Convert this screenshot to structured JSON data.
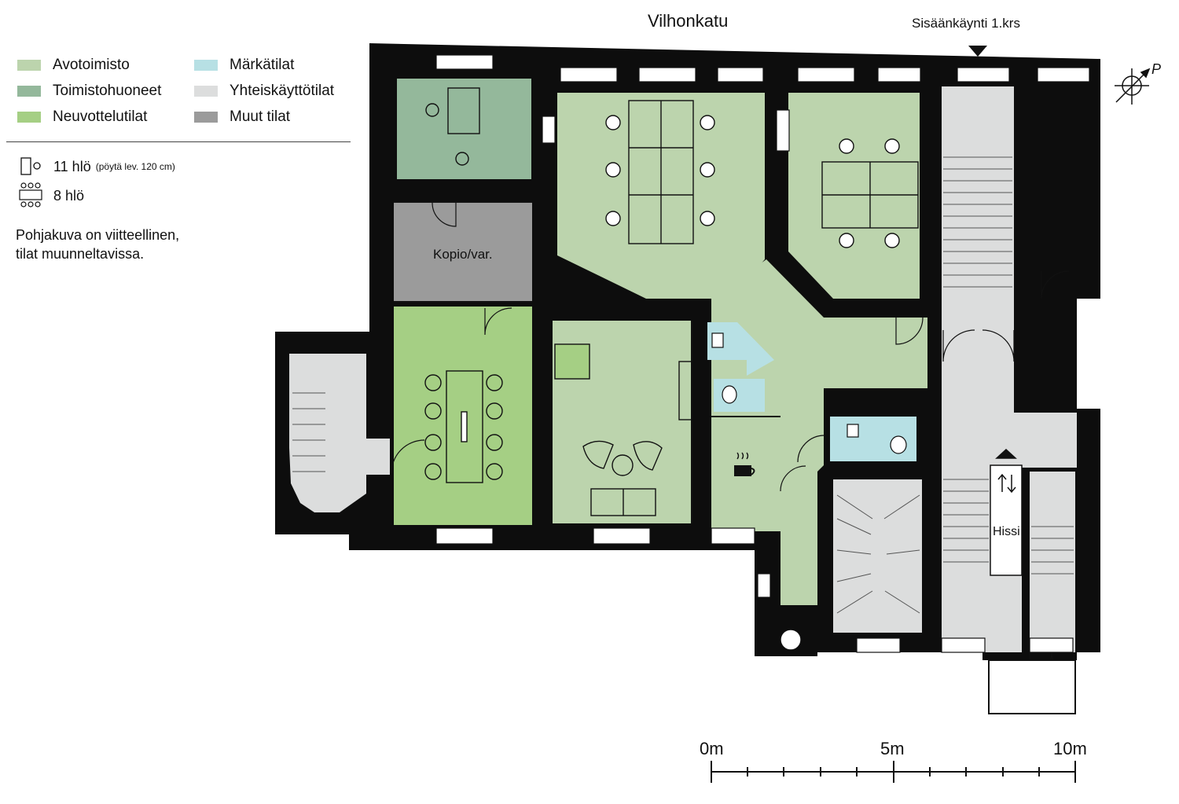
{
  "street": "Vilhonkatu",
  "entrance": "Sisäänkäynti 1.krs",
  "north_label": "P",
  "legend": {
    "items": [
      {
        "label": "Avotoimisto",
        "color": "#bcd4ad"
      },
      {
        "label": "Toimistohuoneet",
        "color": "#94b89b"
      },
      {
        "label": "Neuvottelutilat",
        "color": "#a5cf84"
      },
      {
        "label": "Märkätilat",
        "color": "#b7e0e4"
      },
      {
        "label": "Yhteiskäyttötilat",
        "color": "#dcdddd"
      },
      {
        "label": "Muut tilat",
        "color": "#9b9b9b"
      }
    ],
    "capacity": [
      {
        "value": "11 hlö",
        "note": "(pöytä lev. 120 cm)"
      },
      {
        "value": "8 hlö",
        "note": ""
      }
    ],
    "note_lines": [
      "Pohjakuva on viitteellinen,",
      "tilat muunneltavissa."
    ]
  },
  "rooms": {
    "copy_room": "Kopio/var.",
    "elevator": "Hissi"
  },
  "scale": {
    "labels": [
      "0m",
      "5m",
      "10m"
    ]
  }
}
